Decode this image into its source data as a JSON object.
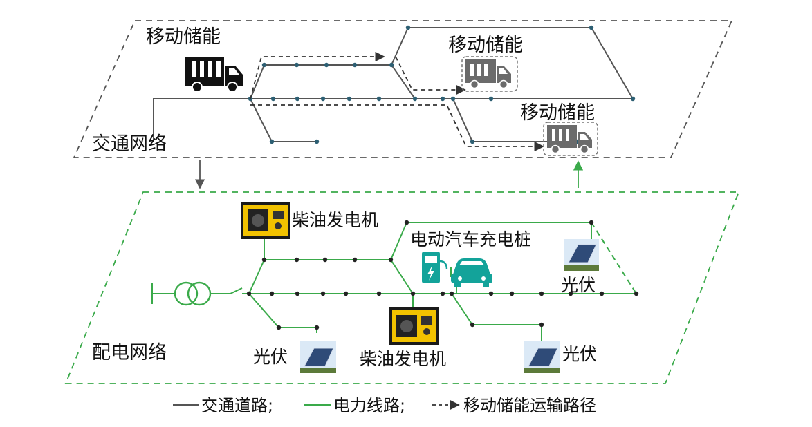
{
  "transport_layer": {
    "title": "交通网络",
    "storage_labels": [
      "移动储能",
      "移动储能",
      "移动储能"
    ],
    "icons": [
      "truck-icon",
      "truck-icon",
      "truck-icon"
    ]
  },
  "power_layer": {
    "title": "配电网络",
    "diesel_labels": [
      "柴油发电机",
      "柴油发电机"
    ],
    "ev_label": "电动汽车充电桩",
    "pv_labels": [
      "光伏",
      "光伏",
      "光伏"
    ],
    "icons": [
      "diesel-generator-icon",
      "ev-charger-icon",
      "electric-car-icon",
      "solar-panel-icon",
      "transformer-icon"
    ]
  },
  "legend": {
    "road": "交通道路;",
    "power": "电力线路;",
    "path": "移动储能运输路径"
  },
  "colors": {
    "road": "#555555",
    "road_node": "#2d5f73",
    "power": "#3aaa4a",
    "power_node": "#222222",
    "ev": "#13a39a",
    "truck": "#111111",
    "truck_faded": "#6b6b6b"
  }
}
